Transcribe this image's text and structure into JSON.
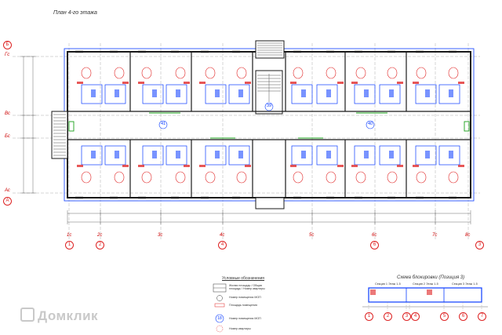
{
  "plan": {
    "title": "План 4-го этажа",
    "axes_rows": [
      {
        "id": "Б",
        "sub": "Гс"
      },
      {
        "id": "Вс"
      },
      {
        "id": "Бс"
      },
      {
        "id": "А",
        "sub": "Ас"
      }
    ],
    "axes_cols": [
      {
        "top": "1с",
        "bottom": "1"
      },
      {
        "top": "2с",
        "bottom": "2"
      },
      {
        "top": "3с",
        "bottom": ""
      },
      {
        "top": "4с",
        "bottom": "4"
      },
      {
        "top": "5с",
        "bottom": ""
      },
      {
        "top": "6с",
        "bottom": "6"
      },
      {
        "top": "7с",
        "bottom": ""
      },
      {
        "top": "8с",
        "bottom": "3"
      }
    ],
    "room_tags": [
      "39",
      "41",
      "40"
    ],
    "colors": {
      "walls": "#1a1a1a",
      "blue": "#0a3cff",
      "red": "#e02020",
      "green": "#19a019",
      "stair": "#555555"
    }
  },
  "legend": {
    "title": "Условные обозначения",
    "items": [
      {
        "icon": "room-stamp",
        "text": "Жилая площадь / Общая площадь / Номер квартиры"
      },
      {
        "icon": "room-number-bubble",
        "text": "Номер помещения МОП"
      },
      {
        "icon": "area-label",
        "text": "Площадь помещения"
      },
      {
        "icon": "bubble-18",
        "value": "18",
        "text": "Номер помещения МОП"
      },
      {
        "icon": "dashed-bubble",
        "text": "Номер квартиры"
      }
    ]
  },
  "scheme": {
    "title": "Схема блокировки (Позиция 3)",
    "sections": [
      "Секция 1 Этаж 1-5",
      "Секция 2 Этаж 1-5",
      "Секция 3 Этаж 1-5"
    ],
    "axes": [
      "1",
      "2",
      "3",
      "4",
      "5",
      "6",
      "7"
    ]
  },
  "watermark": {
    "text": "Домклик"
  }
}
